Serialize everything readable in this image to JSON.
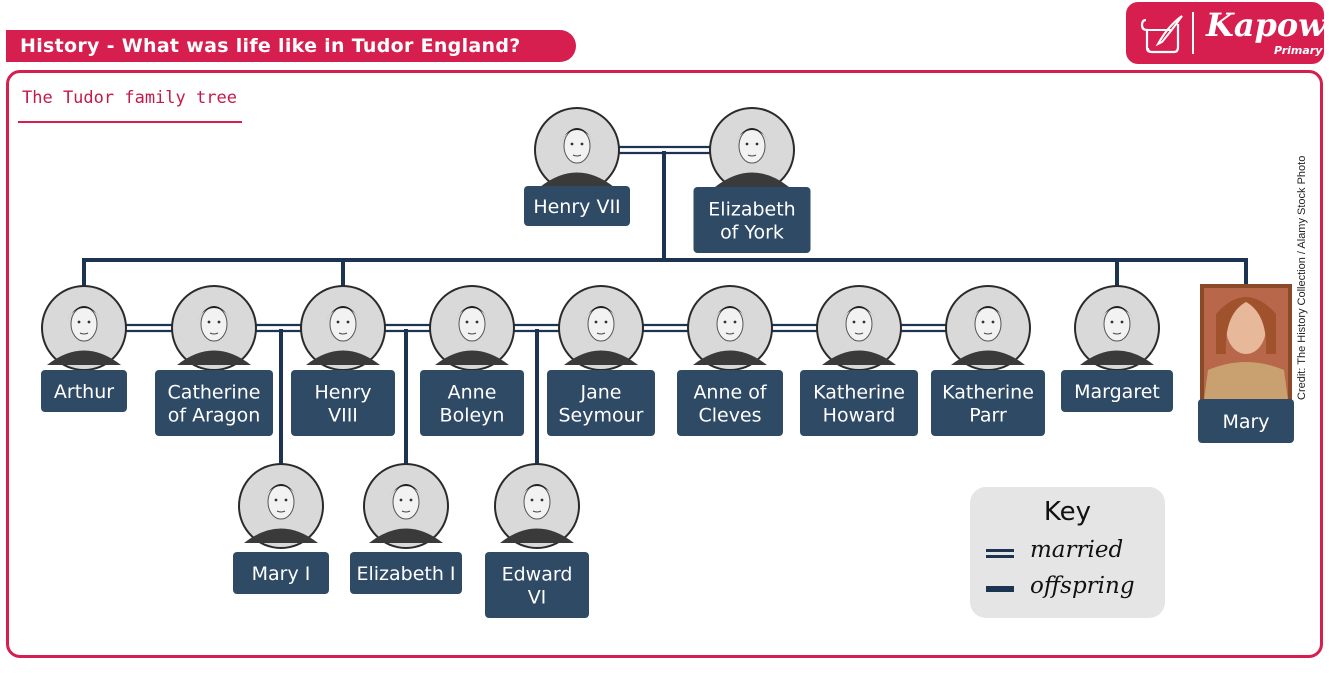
{
  "header": {
    "title": "History - What was life like in Tudor England?",
    "logo_word": "Kapow",
    "logo_sub": "Primary"
  },
  "section_title": "The Tudor family tree",
  "credit": "Credit: The History Collection / Alamy Stock Photo",
  "key": {
    "title": "Key",
    "married_label": "married",
    "offspring_label": "offspring"
  },
  "colors": {
    "brand": "#d61f4e",
    "node": "#2f4a65",
    "line": "#1c3451",
    "key_bg": "#e5e5e5"
  },
  "people": [
    {
      "id": "henry-vii",
      "lines": [
        "Henry VII"
      ],
      "portrait": "engraving"
    },
    {
      "id": "elizabeth-of-york",
      "lines": [
        "Elizabeth",
        "of York"
      ],
      "portrait": "engraving"
    },
    {
      "id": "arthur",
      "lines": [
        "Arthur"
      ],
      "portrait": "engraving"
    },
    {
      "id": "catherine-of-aragon",
      "lines": [
        "Catherine",
        "of Aragon"
      ],
      "portrait": "engraving"
    },
    {
      "id": "henry-viii",
      "lines": [
        "Henry",
        "VIII"
      ],
      "portrait": "engraving"
    },
    {
      "id": "anne-boleyn",
      "lines": [
        "Anne",
        "Boleyn"
      ],
      "portrait": "engraving"
    },
    {
      "id": "jane-seymour",
      "lines": [
        "Jane",
        "Seymour"
      ],
      "portrait": "engraving"
    },
    {
      "id": "anne-of-cleves",
      "lines": [
        "Anne of",
        "Cleves"
      ],
      "portrait": "engraving"
    },
    {
      "id": "katherine-howard",
      "lines": [
        "Katherine",
        "Howard"
      ],
      "portrait": "engraving"
    },
    {
      "id": "katherine-parr",
      "lines": [
        "Katherine",
        "Parr"
      ],
      "portrait": "engraving"
    },
    {
      "id": "margaret",
      "lines": [
        "Margaret"
      ],
      "portrait": "engraving"
    },
    {
      "id": "mary",
      "lines": [
        "Mary"
      ],
      "portrait": "painting"
    },
    {
      "id": "mary-i",
      "lines": [
        "Mary I"
      ],
      "portrait": "engraving"
    },
    {
      "id": "elizabeth-i",
      "lines": [
        "Elizabeth I"
      ],
      "portrait": "engraving"
    },
    {
      "id": "edward-vi",
      "lines": [
        "Edward",
        "VI"
      ],
      "portrait": "engraving"
    }
  ],
  "relations": {
    "married": [
      [
        "henry-vii",
        "elizabeth-of-york"
      ],
      [
        "arthur",
        "catherine-of-aragon"
      ],
      [
        "catherine-of-aragon",
        "henry-viii"
      ],
      [
        "henry-viii",
        "anne-boleyn"
      ],
      [
        "henry-viii",
        "jane-seymour"
      ],
      [
        "henry-viii",
        "anne-of-cleves"
      ],
      [
        "henry-viii",
        "katherine-howard"
      ],
      [
        "henry-viii",
        "katherine-parr"
      ]
    ],
    "offspring": [
      {
        "parents": [
          "henry-vii",
          "elizabeth-of-york"
        ],
        "children": [
          "arthur",
          "henry-viii",
          "margaret",
          "mary"
        ]
      },
      {
        "parents": [
          "henry-viii",
          "catherine-of-aragon"
        ],
        "children": [
          "mary-i"
        ]
      },
      {
        "parents": [
          "henry-viii",
          "anne-boleyn"
        ],
        "children": [
          "elizabeth-i"
        ]
      },
      {
        "parents": [
          "henry-viii",
          "jane-seymour"
        ],
        "children": [
          "edward-vi"
        ]
      }
    ]
  }
}
